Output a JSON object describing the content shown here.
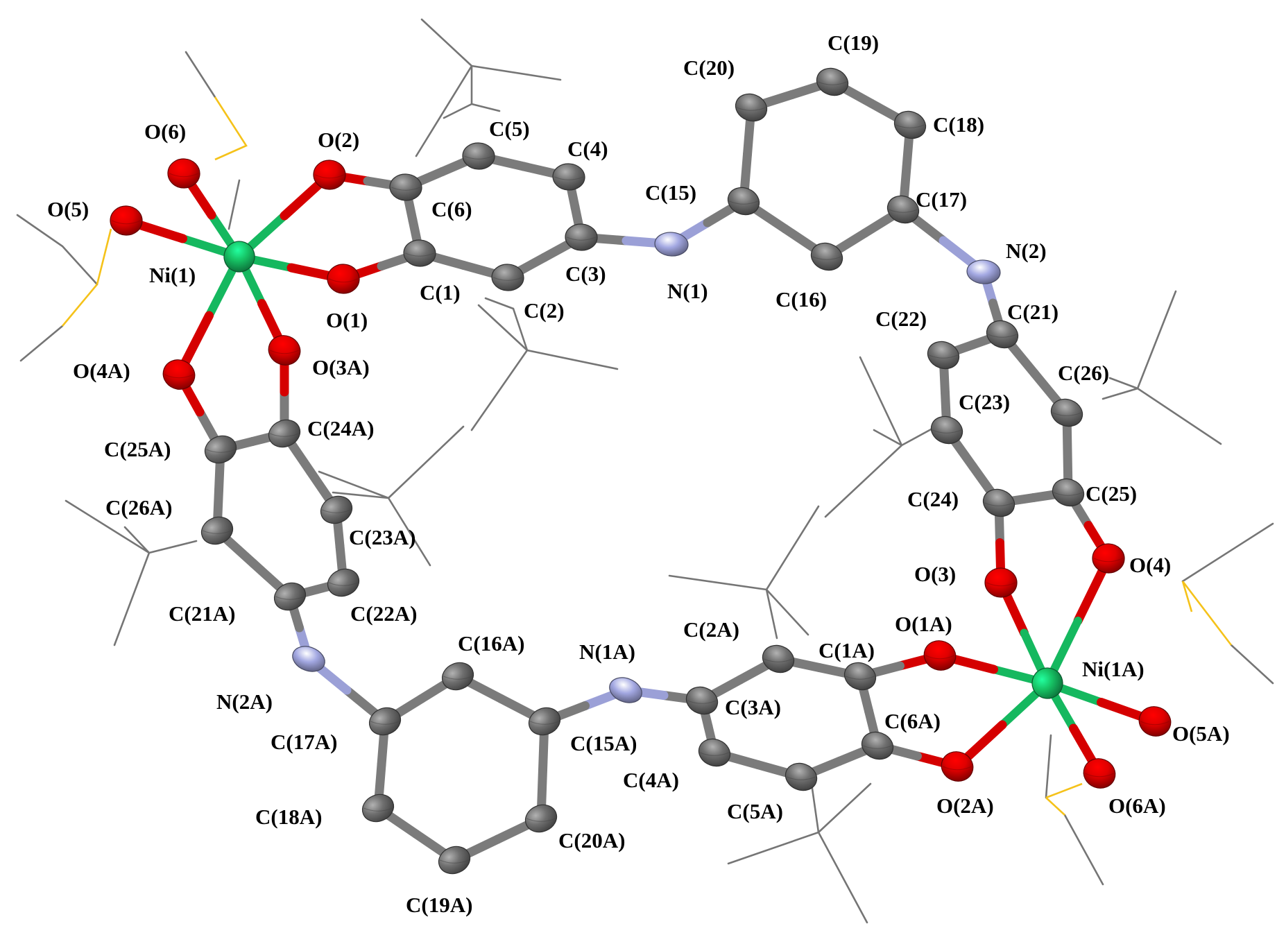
{
  "colors": {
    "carbon": "#6f6f6f",
    "oxygen": "#e00000",
    "nitrogen": "#a3a8e2",
    "nickel": "#16c264",
    "solvent_oxygen_bond": "#f5c21a",
    "wire": "#757575"
  },
  "atoms": [
    {
      "id": "Ni1",
      "label": "Ni(1)",
      "el": "Ni"
    },
    {
      "id": "O1",
      "label": "O(1)",
      "el": "O"
    },
    {
      "id": "O2",
      "label": "O(2)",
      "el": "O"
    },
    {
      "id": "O5",
      "label": "O(5)",
      "el": "O"
    },
    {
      "id": "O6",
      "label": "O(6)",
      "el": "O"
    },
    {
      "id": "O3A",
      "label": "O(3A)",
      "el": "O"
    },
    {
      "id": "O4A",
      "label": "O(4A)",
      "el": "O"
    },
    {
      "id": "C1",
      "label": "C(1)",
      "el": "C"
    },
    {
      "id": "C2",
      "label": "C(2)",
      "el": "C"
    },
    {
      "id": "C3",
      "label": "C(3)",
      "el": "C"
    },
    {
      "id": "C4",
      "label": "C(4)",
      "el": "C"
    },
    {
      "id": "C5",
      "label": "C(5)",
      "el": "C"
    },
    {
      "id": "C6",
      "label": "C(6)",
      "el": "C"
    },
    {
      "id": "N1",
      "label": "N(1)",
      "el": "N"
    },
    {
      "id": "C15",
      "label": "C(15)",
      "el": "C"
    },
    {
      "id": "C16",
      "label": "C(16)",
      "el": "C"
    },
    {
      "id": "C17",
      "label": "C(17)",
      "el": "C"
    },
    {
      "id": "C18",
      "label": "C(18)",
      "el": "C"
    },
    {
      "id": "C19",
      "label": "C(19)",
      "el": "C"
    },
    {
      "id": "C20",
      "label": "C(20)",
      "el": "C"
    },
    {
      "id": "N2",
      "label": "N(2)",
      "el": "N"
    },
    {
      "id": "C21",
      "label": "C(21)",
      "el": "C"
    },
    {
      "id": "C22",
      "label": "C(22)",
      "el": "C"
    },
    {
      "id": "C23",
      "label": "C(23)",
      "el": "C"
    },
    {
      "id": "C24",
      "label": "C(24)",
      "el": "C"
    },
    {
      "id": "C25",
      "label": "C(25)",
      "el": "C"
    },
    {
      "id": "C26",
      "label": "C(26)",
      "el": "C"
    },
    {
      "id": "O3",
      "label": "O(3)",
      "el": "O"
    },
    {
      "id": "O4",
      "label": "O(4)",
      "el": "O"
    },
    {
      "id": "Ni1A",
      "label": "Ni(1A)",
      "el": "Ni"
    },
    {
      "id": "O1A",
      "label": "O(1A)",
      "el": "O"
    },
    {
      "id": "O2A",
      "label": "O(2A)",
      "el": "O"
    },
    {
      "id": "O5A",
      "label": "O(5A)",
      "el": "O"
    },
    {
      "id": "O6A",
      "label": "O(6A)",
      "el": "O"
    },
    {
      "id": "C1A",
      "label": "C(1A)",
      "el": "C"
    },
    {
      "id": "C2A",
      "label": "C(2A)",
      "el": "C"
    },
    {
      "id": "C3A",
      "label": "C(3A)",
      "el": "C"
    },
    {
      "id": "C4A",
      "label": "C(4A)",
      "el": "C"
    },
    {
      "id": "C5A",
      "label": "C(5A)",
      "el": "C"
    },
    {
      "id": "C6A",
      "label": "C(6A)",
      "el": "C"
    },
    {
      "id": "N1A",
      "label": "N(1A)",
      "el": "N"
    },
    {
      "id": "C15A",
      "label": "C(15A)",
      "el": "C"
    },
    {
      "id": "C16A",
      "label": "C(16A)",
      "el": "C"
    },
    {
      "id": "C17A",
      "label": "C(17A)",
      "el": "C"
    },
    {
      "id": "C18A",
      "label": "C(18A)",
      "el": "C"
    },
    {
      "id": "C19A",
      "label": "C(19A)",
      "el": "C"
    },
    {
      "id": "C20A",
      "label": "C(20A)",
      "el": "C"
    },
    {
      "id": "N2A",
      "label": "N(2A)",
      "el": "N"
    },
    {
      "id": "C21A",
      "label": "C(21A)",
      "el": "C"
    },
    {
      "id": "C22A",
      "label": "C(22A)",
      "el": "C"
    },
    {
      "id": "C23A",
      "label": "C(23A)",
      "el": "C"
    },
    {
      "id": "C24A",
      "label": "C(24A)",
      "el": "C"
    },
    {
      "id": "C25A",
      "label": "C(25A)",
      "el": "C"
    },
    {
      "id": "C26A",
      "label": "C(26A)",
      "el": "C"
    }
  ],
  "bonds": [
    [
      "Ni1",
      "O1"
    ],
    [
      "Ni1",
      "O2"
    ],
    [
      "Ni1",
      "O5"
    ],
    [
      "Ni1",
      "O6"
    ],
    [
      "Ni1",
      "O3A"
    ],
    [
      "Ni1",
      "O4A"
    ],
    [
      "O1",
      "C1"
    ],
    [
      "O2",
      "C6"
    ],
    [
      "C1",
      "C6"
    ],
    [
      "C1",
      "C2"
    ],
    [
      "C2",
      "C3"
    ],
    [
      "C3",
      "C4"
    ],
    [
      "C4",
      "C5"
    ],
    [
      "C5",
      "C6"
    ],
    [
      "C3",
      "N1"
    ],
    [
      "N1",
      "C15"
    ],
    [
      "C15",
      "C16"
    ],
    [
      "C16",
      "C17"
    ],
    [
      "C17",
      "C18"
    ],
    [
      "C18",
      "C19"
    ],
    [
      "C19",
      "C20"
    ],
    [
      "C20",
      "C15"
    ],
    [
      "C17",
      "N2"
    ],
    [
      "N2",
      "C21"
    ],
    [
      "C21",
      "C22"
    ],
    [
      "C22",
      "C23"
    ],
    [
      "C23",
      "C24"
    ],
    [
      "C24",
      "C25"
    ],
    [
      "C25",
      "C26"
    ],
    [
      "C26",
      "C21"
    ],
    [
      "C24",
      "O3"
    ],
    [
      "C25",
      "O4"
    ],
    [
      "O3",
      "Ni1A"
    ],
    [
      "O4",
      "Ni1A"
    ],
    [
      "Ni1A",
      "O1A"
    ],
    [
      "Ni1A",
      "O2A"
    ],
    [
      "Ni1A",
      "O5A"
    ],
    [
      "Ni1A",
      "O6A"
    ],
    [
      "O1A",
      "C1A"
    ],
    [
      "O2A",
      "C6A"
    ],
    [
      "C1A",
      "C6A"
    ],
    [
      "C1A",
      "C2A"
    ],
    [
      "C2A",
      "C3A"
    ],
    [
      "C3A",
      "C4A"
    ],
    [
      "C4A",
      "C5A"
    ],
    [
      "C5A",
      "C6A"
    ],
    [
      "C3A",
      "N1A"
    ],
    [
      "N1A",
      "C15A"
    ],
    [
      "C15A",
      "C16A"
    ],
    [
      "C16A",
      "C17A"
    ],
    [
      "C17A",
      "C18A"
    ],
    [
      "C18A",
      "C19A"
    ],
    [
      "C19A",
      "C20A"
    ],
    [
      "C20A",
      "C15A"
    ],
    [
      "C17A",
      "N2A"
    ],
    [
      "N2A",
      "C21A"
    ],
    [
      "C21A",
      "C22A"
    ],
    [
      "C22A",
      "C23A"
    ],
    [
      "C23A",
      "C24A"
    ],
    [
      "C24A",
      "C25A"
    ],
    [
      "C25A",
      "C26A"
    ],
    [
      "C26A",
      "C21A"
    ],
    [
      "C24A",
      "O3A"
    ],
    [
      "C25A",
      "O4A"
    ]
  ]
}
